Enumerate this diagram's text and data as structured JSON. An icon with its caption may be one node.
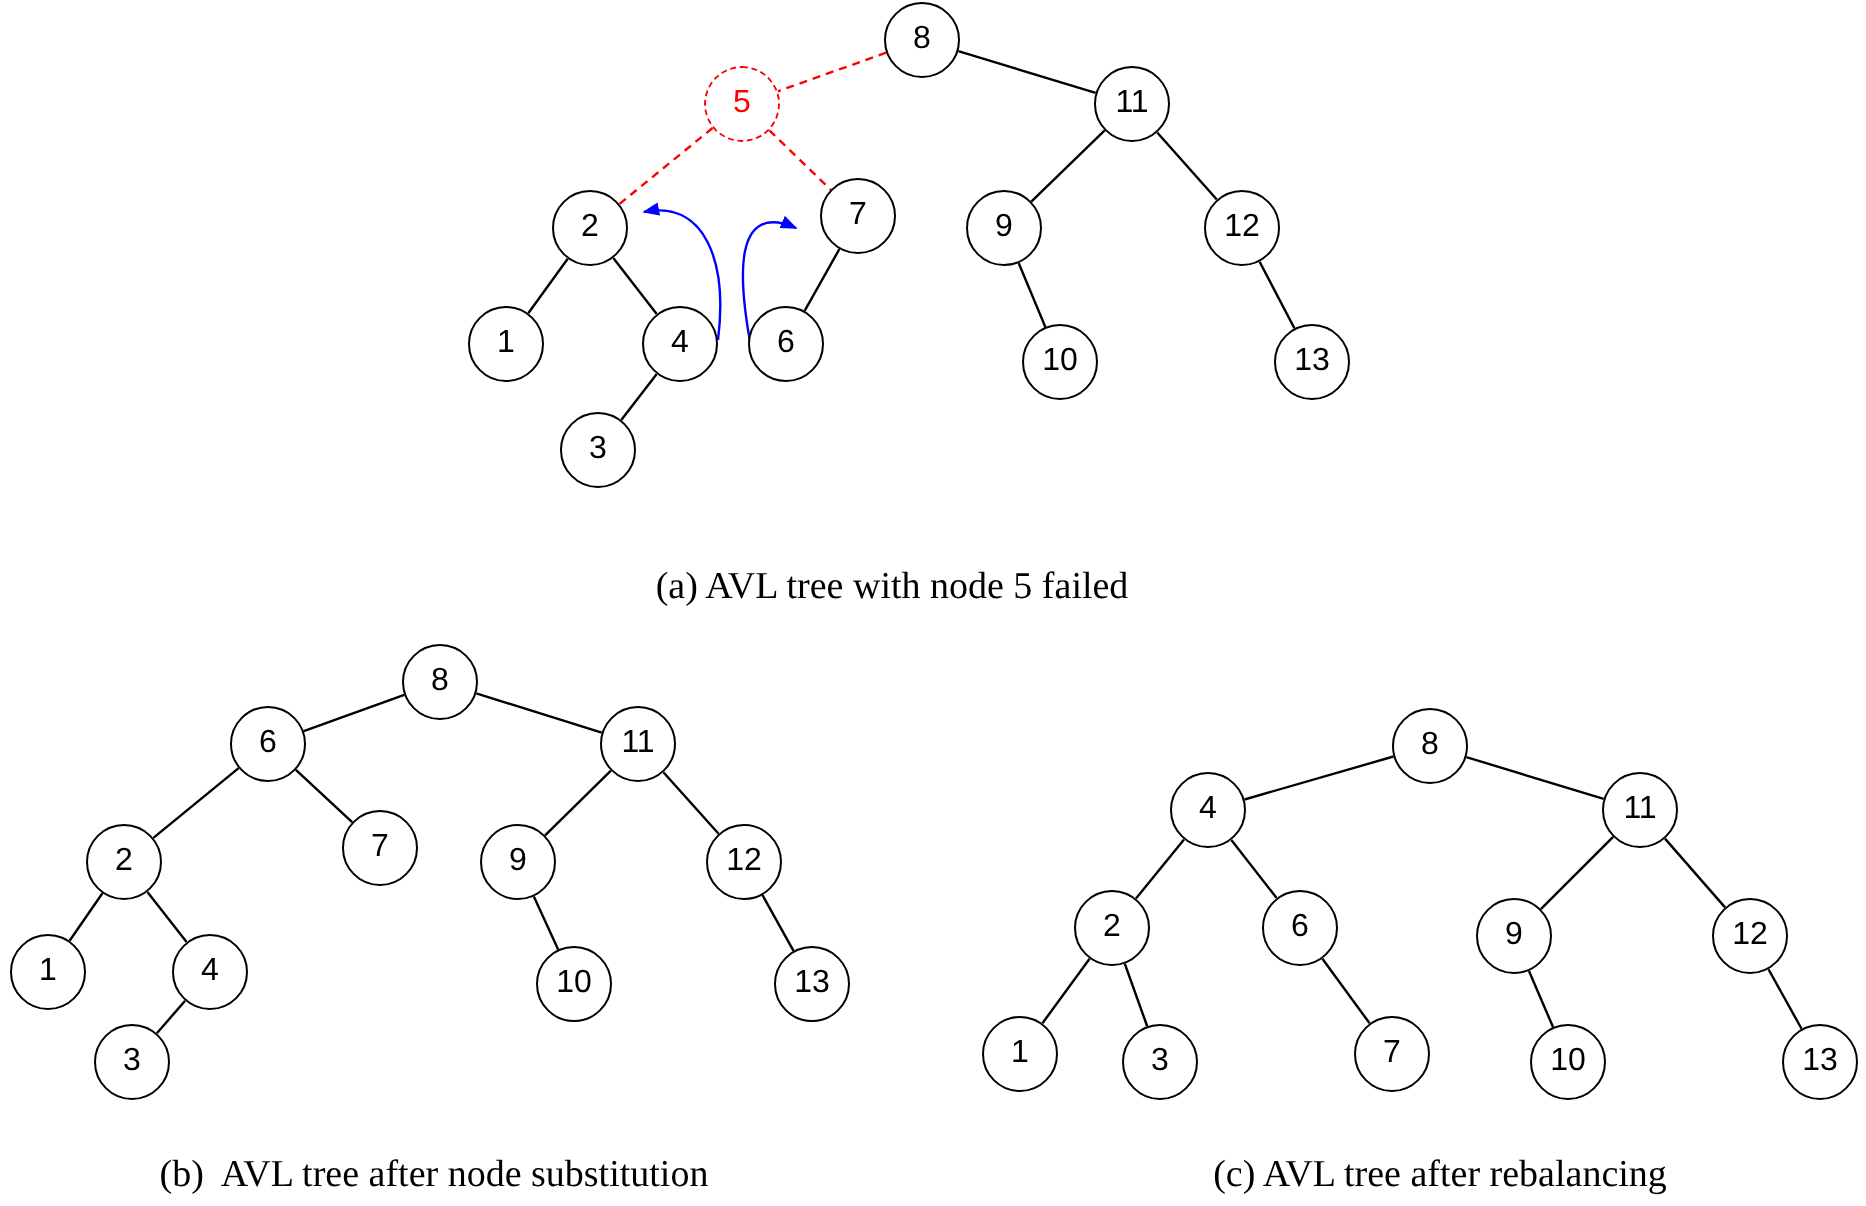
{
  "diagram": {
    "nodes": [
      {
        "text": [
          "8"
        ]
      },
      {
        "text": [
          "5"
        ]
      },
      {
        "text": [
          "11"
        ]
      },
      {
        "text": [
          "2"
        ]
      },
      {
        "text": [
          "7"
        ]
      },
      {
        "text": [
          "9"
        ]
      },
      {
        "text": [
          "12"
        ]
      },
      {
        "text": [
          "1"
        ]
      },
      {
        "text": [
          "4"
        ]
      },
      {
        "text": [
          "6"
        ]
      },
      {
        "text": [
          "10"
        ]
      },
      {
        "text": [
          "13"
        ]
      },
      {
        "text": [
          "3"
        ]
      },
      {
        "text": [
          "8"
        ]
      },
      {
        "text": [
          "6"
        ]
      },
      {
        "text": [
          "11"
        ]
      },
      {
        "text": [
          "2"
        ]
      },
      {
        "text": [
          "7"
        ]
      },
      {
        "text": [
          "9"
        ]
      },
      {
        "text": [
          "12"
        ]
      },
      {
        "text": [
          "1"
        ]
      },
      {
        "text": [
          "4"
        ]
      },
      {
        "text": [
          "10"
        ]
      },
      {
        "text": [
          "13"
        ]
      },
      {
        "text": [
          "3"
        ]
      },
      {
        "text": [
          "8"
        ]
      },
      {
        "text": [
          "4"
        ]
      },
      {
        "text": [
          "11"
        ]
      },
      {
        "text": [
          "2"
        ]
      },
      {
        "text": [
          "6"
        ]
      },
      {
        "text": [
          "9"
        ]
      },
      {
        "text": [
          "12"
        ]
      },
      {
        "text": [
          "1"
        ]
      },
      {
        "text": [
          "3"
        ]
      },
      {
        "text": [
          "7"
        ]
      },
      {
        "text": [
          "10"
        ]
      },
      {
        "text": [
          "13"
        ]
      }
    ],
    "edges": [
      {
        "from": 0,
        "to": 1,
        "arrow": "none",
        "style": "dashed",
        "color": "#ff0000"
      },
      {
        "from": 0,
        "to": 2,
        "arrow": "none"
      },
      {
        "from": 1,
        "to": 3,
        "arrow": "none",
        "style": "dashed",
        "color": "#ff0000"
      },
      {
        "from": 1,
        "to": 4,
        "arrow": "none",
        "style": "dashed",
        "color": "#ff0000"
      },
      {
        "from": 2,
        "to": 5,
        "arrow": "none"
      },
      {
        "from": 2,
        "to": 6,
        "arrow": "none"
      },
      {
        "from": 3,
        "to": 7,
        "arrow": "none"
      },
      {
        "from": 3,
        "to": 8,
        "arrow": "none"
      },
      {
        "from": 4,
        "to": 9,
        "arrow": "none"
      },
      {
        "from": 5,
        "to": 10,
        "arrow": "none"
      },
      {
        "from": 6,
        "to": 11,
        "arrow": "none"
      },
      {
        "from": 8,
        "to": 12,
        "arrow": "none"
      },
      {
        "from": 8,
        "to": 3,
        "arrow": "to",
        "color": "#0000ff"
      },
      {
        "from": 9,
        "to": 4,
        "arrow": "to",
        "color": "#0000ff"
      },
      {
        "from": 13,
        "to": 14,
        "arrow": "none"
      },
      {
        "from": 13,
        "to": 15,
        "arrow": "none"
      },
      {
        "from": 14,
        "to": 16,
        "arrow": "none"
      },
      {
        "from": 14,
        "to": 17,
        "arrow": "none"
      },
      {
        "from": 15,
        "to": 18,
        "arrow": "none"
      },
      {
        "from": 15,
        "to": 19,
        "arrow": "none"
      },
      {
        "from": 16,
        "to": 20,
        "arrow": "none"
      },
      {
        "from": 16,
        "to": 21,
        "arrow": "none"
      },
      {
        "from": 21,
        "to": 24,
        "arrow": "none"
      },
      {
        "from": 18,
        "to": 22,
        "arrow": "none"
      },
      {
        "from": 19,
        "to": 23,
        "arrow": "none"
      },
      {
        "from": 25,
        "to": 26,
        "arrow": "none"
      },
      {
        "from": 25,
        "to": 27,
        "arrow": "none"
      },
      {
        "from": 26,
        "to": 28,
        "arrow": "none"
      },
      {
        "from": 26,
        "to": 29,
        "arrow": "none"
      },
      {
        "from": 27,
        "to": 30,
        "arrow": "none"
      },
      {
        "from": 27,
        "to": 31,
        "arrow": "none"
      },
      {
        "from": 28,
        "to": 32,
        "arrow": "none"
      },
      {
        "from": 28,
        "to": 33,
        "arrow": "none"
      },
      {
        "from": 29,
        "to": 34,
        "arrow": "none"
      },
      {
        "from": 30,
        "to": 35,
        "arrow": "none"
      },
      {
        "from": 31,
        "to": 36,
        "arrow": "none"
      }
    ],
    "labels": [
      "(a) AVL tree with node 5 failed",
      "(b)  AVL tree after node substitution",
      "(c) AVL tree after rebalancing"
    ]
  }
}
